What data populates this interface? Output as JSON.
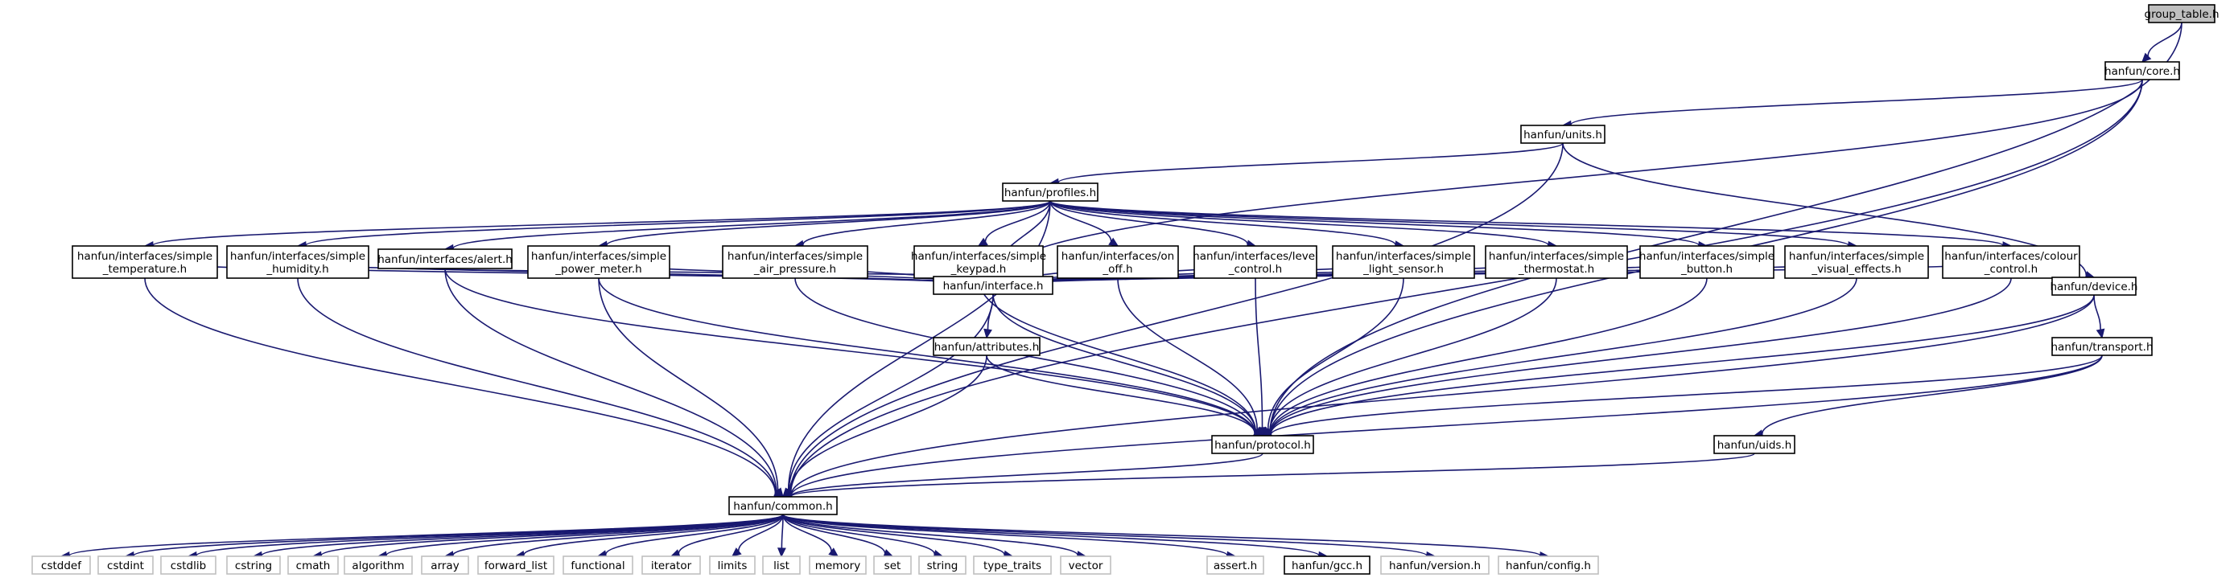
{
  "colors": {
    "edge": "#191970",
    "node_border": "#000000",
    "ext_node_border": "#bfbfbf",
    "ext_text": "#808080",
    "root_fill": "#bfbfbf"
  },
  "nodes": {
    "group_table": {
      "lines": [
        "group_table.h"
      ],
      "style": "root"
    },
    "core": {
      "lines": [
        "hanfun/core.h"
      ],
      "style": "normal"
    },
    "units": {
      "lines": [
        "hanfun/units.h"
      ],
      "style": "normal"
    },
    "profiles": {
      "lines": [
        "hanfun/profiles.h"
      ],
      "style": "normal"
    },
    "simple_temperature": {
      "lines": [
        "hanfun/interfaces/simple",
        "_temperature.h"
      ],
      "style": "normal"
    },
    "simple_humidity": {
      "lines": [
        "hanfun/interfaces/simple",
        "_humidity.h"
      ],
      "style": "normal"
    },
    "alert": {
      "lines": [
        "hanfun/interfaces/alert.h"
      ],
      "style": "normal"
    },
    "simple_power_meter": {
      "lines": [
        "hanfun/interfaces/simple",
        "_power_meter.h"
      ],
      "style": "normal"
    },
    "simple_air_pressure": {
      "lines": [
        "hanfun/interfaces/simple",
        "_air_pressure.h"
      ],
      "style": "normal"
    },
    "simple_keypad": {
      "lines": [
        "hanfun/interfaces/simple",
        "_keypad.h"
      ],
      "style": "normal"
    },
    "on_off": {
      "lines": [
        "hanfun/interfaces/on",
        "_off.h"
      ],
      "style": "normal"
    },
    "level_control": {
      "lines": [
        "hanfun/interfaces/level",
        "_control.h"
      ],
      "style": "normal"
    },
    "simple_light_sensor": {
      "lines": [
        "hanfun/interfaces/simple",
        "_light_sensor.h"
      ],
      "style": "normal"
    },
    "simple_thermostat": {
      "lines": [
        "hanfun/interfaces/simple",
        "_thermostat.h"
      ],
      "style": "normal"
    },
    "simple_button": {
      "lines": [
        "hanfun/interfaces/simple",
        "_button.h"
      ],
      "style": "normal"
    },
    "simple_visual_effects": {
      "lines": [
        "hanfun/interfaces/simple",
        "_visual_effects.h"
      ],
      "style": "normal"
    },
    "colour_control": {
      "lines": [
        "hanfun/interfaces/colour",
        "_control.h"
      ],
      "style": "normal"
    },
    "interface": {
      "lines": [
        "hanfun/interface.h"
      ],
      "style": "normal"
    },
    "device": {
      "lines": [
        "hanfun/device.h"
      ],
      "style": "normal"
    },
    "attributes": {
      "lines": [
        "hanfun/attributes.h"
      ],
      "style": "normal"
    },
    "transport": {
      "lines": [
        "hanfun/transport.h"
      ],
      "style": "normal"
    },
    "protocol": {
      "lines": [
        "hanfun/protocol.h"
      ],
      "style": "normal"
    },
    "uids": {
      "lines": [
        "hanfun/uids.h"
      ],
      "style": "normal"
    },
    "common": {
      "lines": [
        "hanfun/common.h"
      ],
      "style": "normal"
    },
    "cstddef": {
      "lines": [
        "cstddef"
      ],
      "style": "external"
    },
    "cstdint": {
      "lines": [
        "cstdint"
      ],
      "style": "external"
    },
    "cstdlib": {
      "lines": [
        "cstdlib"
      ],
      "style": "external"
    },
    "cstring": {
      "lines": [
        "cstring"
      ],
      "style": "external"
    },
    "cmath": {
      "lines": [
        "cmath"
      ],
      "style": "external"
    },
    "algorithm": {
      "lines": [
        "algorithm"
      ],
      "style": "external"
    },
    "array": {
      "lines": [
        "array"
      ],
      "style": "external"
    },
    "forward_list": {
      "lines": [
        "forward_list"
      ],
      "style": "external"
    },
    "functional": {
      "lines": [
        "functional"
      ],
      "style": "external"
    },
    "iterator": {
      "lines": [
        "iterator"
      ],
      "style": "external"
    },
    "limits": {
      "lines": [
        "limits"
      ],
      "style": "external"
    },
    "list": {
      "lines": [
        "list"
      ],
      "style": "external"
    },
    "memory": {
      "lines": [
        "memory"
      ],
      "style": "external"
    },
    "set": {
      "lines": [
        "set"
      ],
      "style": "external"
    },
    "string": {
      "lines": [
        "string"
      ],
      "style": "external"
    },
    "type_traits": {
      "lines": [
        "type_traits"
      ],
      "style": "external"
    },
    "vector": {
      "lines": [
        "vector"
      ],
      "style": "external"
    },
    "assert": {
      "lines": [
        "assert.h"
      ],
      "style": "external"
    },
    "gcc": {
      "lines": [
        "hanfun/gcc.h"
      ],
      "style": "normal"
    },
    "version": {
      "lines": [
        "hanfun/version.h"
      ],
      "style": "external"
    },
    "config": {
      "lines": [
        "hanfun/config.h"
      ],
      "style": "external"
    }
  },
  "edges": [
    [
      "group_table",
      "core"
    ],
    [
      "group_table",
      "protocol"
    ],
    [
      "core",
      "units"
    ],
    [
      "core",
      "interface"
    ],
    [
      "core",
      "protocol"
    ],
    [
      "core",
      "common"
    ],
    [
      "units",
      "profiles"
    ],
    [
      "units",
      "device"
    ],
    [
      "units",
      "common"
    ],
    [
      "profiles",
      "simple_temperature"
    ],
    [
      "profiles",
      "simple_humidity"
    ],
    [
      "profiles",
      "alert"
    ],
    [
      "profiles",
      "simple_power_meter"
    ],
    [
      "profiles",
      "simple_air_pressure"
    ],
    [
      "profiles",
      "simple_keypad"
    ],
    [
      "profiles",
      "on_off"
    ],
    [
      "profiles",
      "level_control"
    ],
    [
      "profiles",
      "simple_light_sensor"
    ],
    [
      "profiles",
      "simple_thermostat"
    ],
    [
      "profiles",
      "simple_button"
    ],
    [
      "profiles",
      "simple_visual_effects"
    ],
    [
      "profiles",
      "colour_control"
    ],
    [
      "profiles",
      "interface"
    ],
    [
      "profiles",
      "common"
    ],
    [
      "simple_temperature",
      "interface"
    ],
    [
      "simple_temperature",
      "common"
    ],
    [
      "simple_humidity",
      "interface"
    ],
    [
      "simple_humidity",
      "common"
    ],
    [
      "alert",
      "interface"
    ],
    [
      "alert",
      "common"
    ],
    [
      "alert",
      "protocol"
    ],
    [
      "simple_power_meter",
      "interface"
    ],
    [
      "simple_power_meter",
      "common"
    ],
    [
      "simple_power_meter",
      "protocol"
    ],
    [
      "simple_air_pressure",
      "interface"
    ],
    [
      "simple_air_pressure",
      "protocol"
    ],
    [
      "simple_keypad",
      "interface"
    ],
    [
      "simple_keypad",
      "protocol"
    ],
    [
      "on_off",
      "interface"
    ],
    [
      "on_off",
      "protocol"
    ],
    [
      "level_control",
      "interface"
    ],
    [
      "level_control",
      "protocol"
    ],
    [
      "simple_light_sensor",
      "interface"
    ],
    [
      "simple_light_sensor",
      "protocol"
    ],
    [
      "simple_thermostat",
      "interface"
    ],
    [
      "simple_thermostat",
      "protocol"
    ],
    [
      "simple_button",
      "interface"
    ],
    [
      "simple_button",
      "protocol"
    ],
    [
      "simple_visual_effects",
      "interface"
    ],
    [
      "simple_visual_effects",
      "protocol"
    ],
    [
      "colour_control",
      "interface"
    ],
    [
      "colour_control",
      "protocol"
    ],
    [
      "interface",
      "attributes"
    ],
    [
      "interface",
      "protocol"
    ],
    [
      "interface",
      "common"
    ],
    [
      "attributes",
      "protocol"
    ],
    [
      "attributes",
      "common"
    ],
    [
      "device",
      "transport"
    ],
    [
      "device",
      "protocol"
    ],
    [
      "device",
      "common"
    ],
    [
      "transport",
      "protocol"
    ],
    [
      "transport",
      "uids"
    ],
    [
      "transport",
      "common"
    ],
    [
      "protocol",
      "common"
    ],
    [
      "uids",
      "common"
    ],
    [
      "common",
      "cstddef"
    ],
    [
      "common",
      "cstdint"
    ],
    [
      "common",
      "cstdlib"
    ],
    [
      "common",
      "cstring"
    ],
    [
      "common",
      "cmath"
    ],
    [
      "common",
      "algorithm"
    ],
    [
      "common",
      "array"
    ],
    [
      "common",
      "forward_list"
    ],
    [
      "common",
      "functional"
    ],
    [
      "common",
      "iterator"
    ],
    [
      "common",
      "limits"
    ],
    [
      "common",
      "list"
    ],
    [
      "common",
      "memory"
    ],
    [
      "common",
      "set"
    ],
    [
      "common",
      "string"
    ],
    [
      "common",
      "type_traits"
    ],
    [
      "common",
      "vector"
    ],
    [
      "common",
      "assert"
    ],
    [
      "common",
      "gcc"
    ],
    [
      "common",
      "version"
    ],
    [
      "common",
      "config"
    ]
  ]
}
